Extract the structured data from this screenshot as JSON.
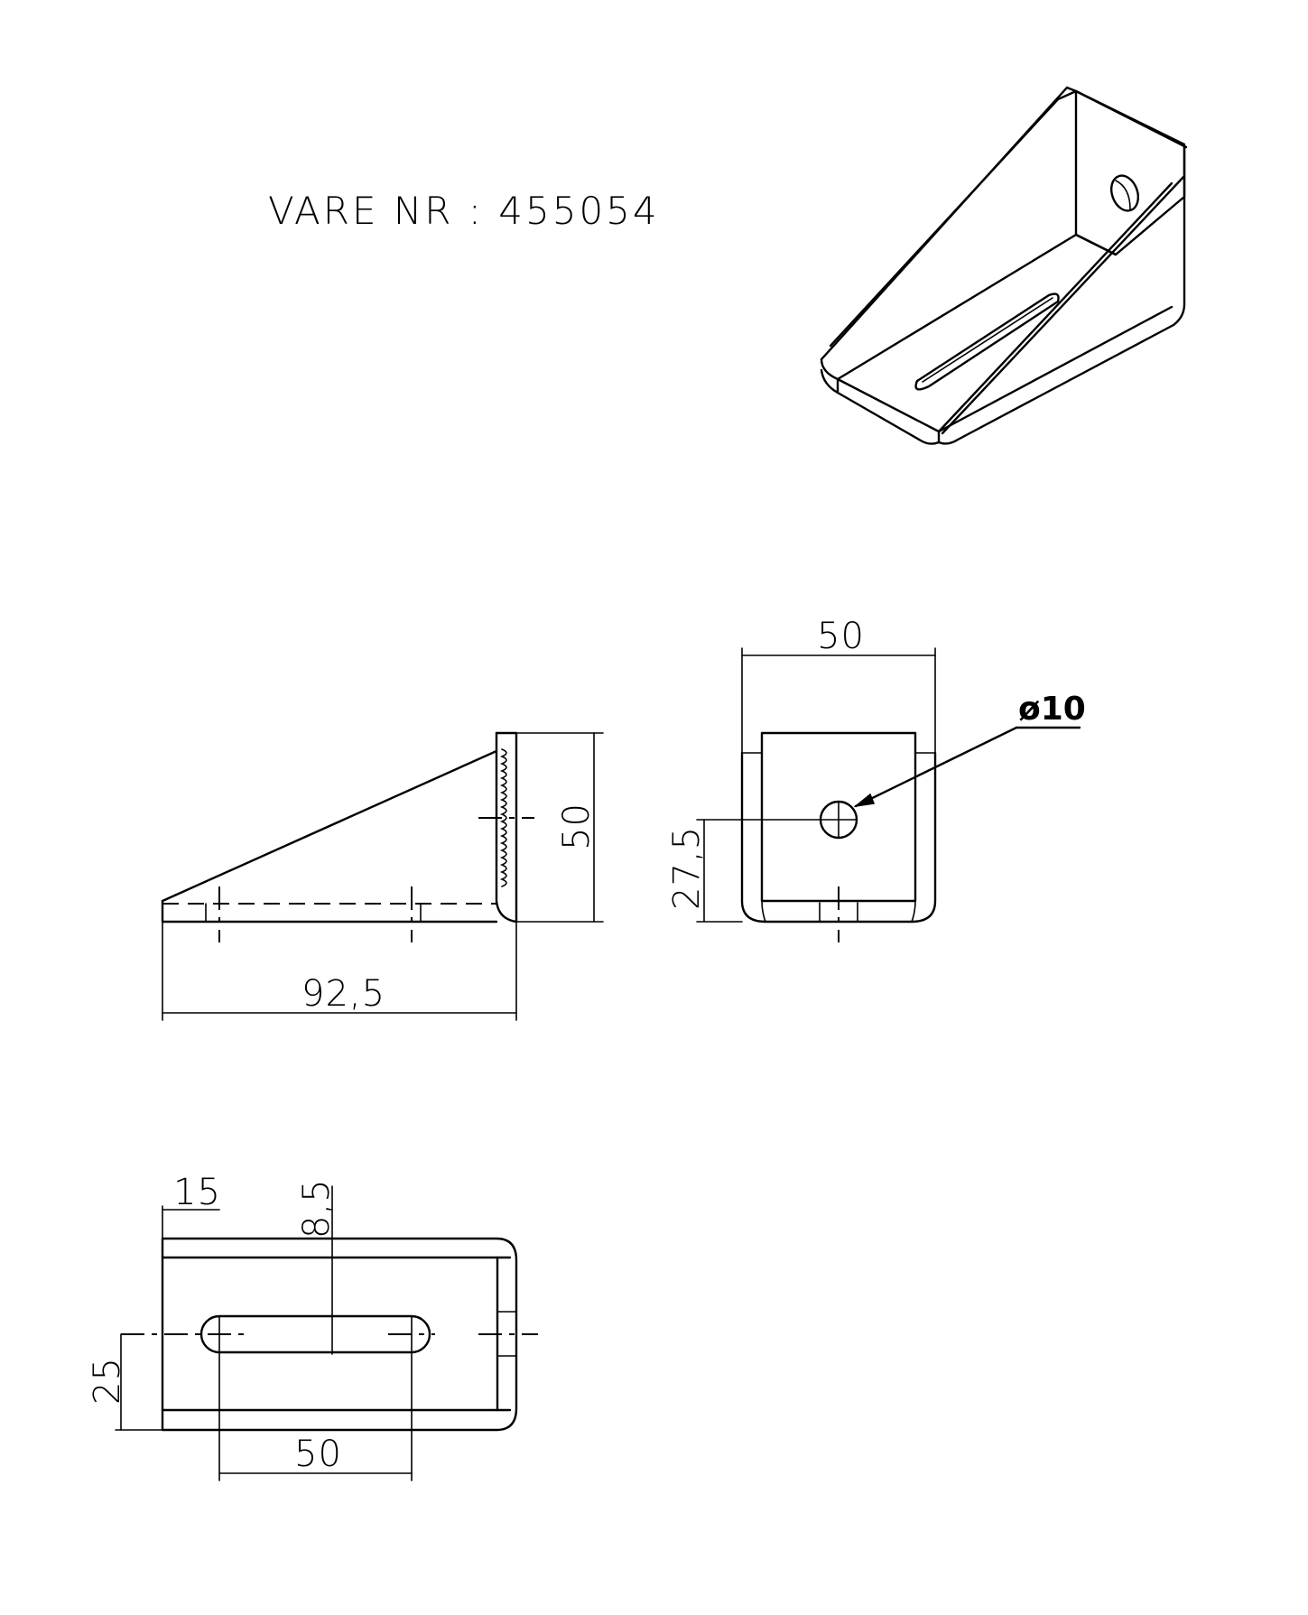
{
  "title": {
    "text": "VARE NR : 455054"
  },
  "side_view": {
    "dim_length": "92,5",
    "dim_height": "50"
  },
  "front_view": {
    "dim_width": "50",
    "dim_hole_height": "27,5",
    "dim_hole_diameter": "ø10"
  },
  "top_view": {
    "dim_offset": "15",
    "dim_slot_width": "8,5",
    "dim_slot_center": "25",
    "dim_slot_length": "50"
  }
}
